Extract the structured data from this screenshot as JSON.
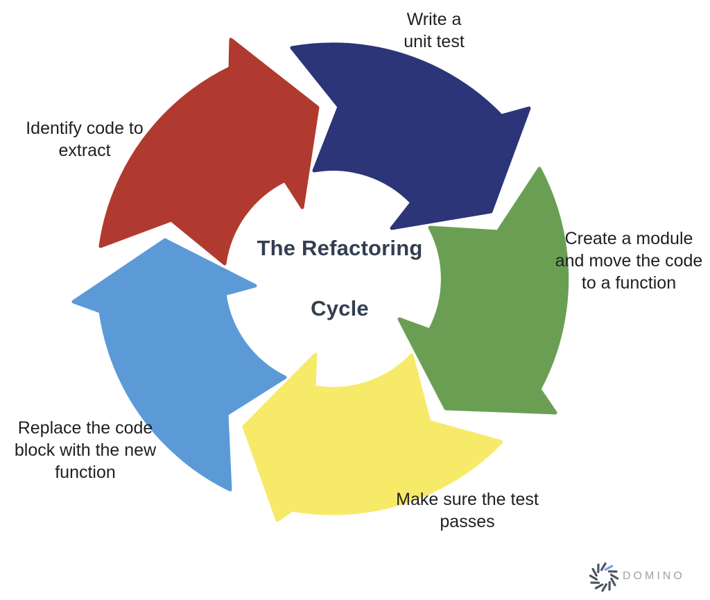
{
  "diagram": {
    "center_title": {
      "line1": "The Refactoring",
      "line2": "Cycle",
      "color": "#333e52"
    },
    "label_color": "#1e1f21",
    "steps": [
      {
        "name": "write-unit-test",
        "label": "Write a\nunit test",
        "arrow_color": "#2b3577"
      },
      {
        "name": "create-module",
        "label": "Create a module\nand move the code\nto a function",
        "arrow_color": "#6a9f53"
      },
      {
        "name": "make-sure-test-passes",
        "label": "Make sure the test\npasses",
        "arrow_color": "#f8ea69"
      },
      {
        "name": "replace-code-block",
        "label": "Replace the code\nblock with the new\nfunction",
        "arrow_color": "#5b9ad7"
      },
      {
        "name": "identify-code",
        "label": "Identify code to\nextract",
        "arrow_color": "#b03a2f"
      }
    ]
  },
  "logo": {
    "text": "DOMINO",
    "text_color": "#9aa2ab",
    "mark_color": "#4d545e",
    "accent_color": "#6f9ff5"
  }
}
